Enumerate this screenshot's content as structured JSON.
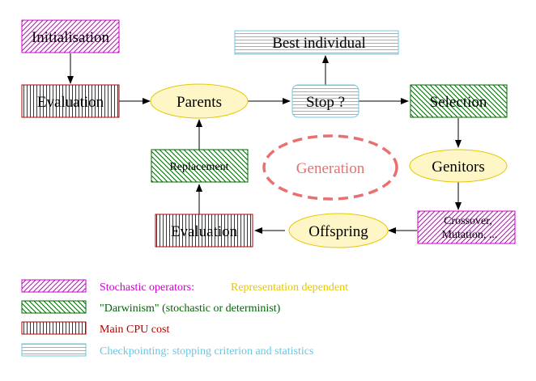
{
  "nodes": {
    "initialisation": "Initialisation",
    "evaluation_top": "Evaluation",
    "parents": "Parents",
    "best_individual": "Best individual",
    "stop": "Stop ?",
    "selection": "Selection",
    "replacement": "Replacement",
    "generation": "Generation",
    "genitors": "Genitors",
    "crossover_line1": "Crossover,",
    "crossover_line2": "Mutation, ...",
    "evaluation_bottom": "Evaluation",
    "offspring": "Offspring"
  },
  "legend": {
    "stochastic_a": "Stochastic operators:",
    "stochastic_b": "Representation dependent",
    "darwinism": "\"Darwinism\" (stochastic or determinist)",
    "cpu": "Main CPU cost",
    "checkpointing": "Checkpointing: stopping criterion and statistics"
  },
  "colors": {
    "magenta": "#cc00cc",
    "green": "#006600",
    "red": "#b20000",
    "cyan": "#66c8e6",
    "yellow": "#e6c800",
    "generation": "#e87070"
  }
}
